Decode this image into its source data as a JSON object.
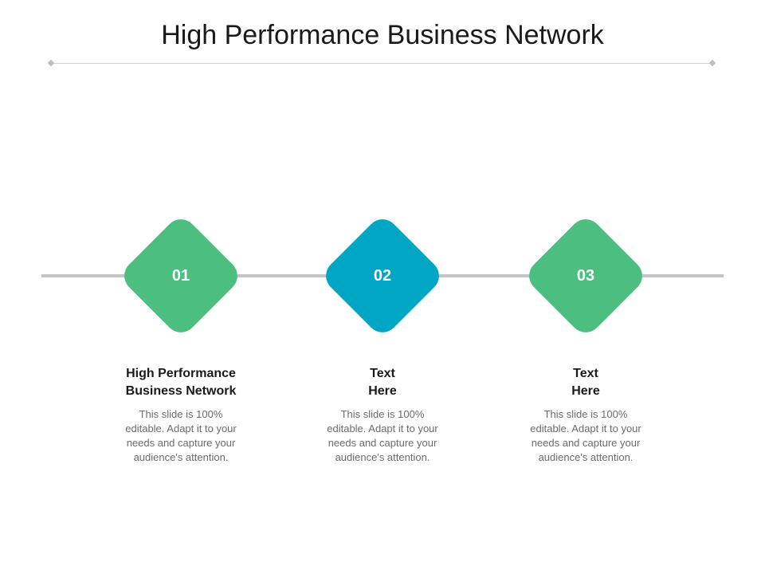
{
  "title": "High Performance Business Network",
  "colors": {
    "green": "#4cbf80",
    "blue": "#00a6c4",
    "line": "#c4c4c4"
  },
  "steps": [
    {
      "number": "01",
      "title_line1": "High Performance",
      "title_line2": "Business Network",
      "desc_line1": "This slide is 100%",
      "desc_line2": "editable. Adapt it to your",
      "desc_line3": "needs and capture your",
      "desc_line4": "audience's attention."
    },
    {
      "number": "02",
      "title_line1": "Text",
      "title_line2": "Here",
      "desc_line1": "This slide is 100%",
      "desc_line2": "editable. Adapt it to your",
      "desc_line3": "needs and capture your",
      "desc_line4": "audience's attention."
    },
    {
      "number": "03",
      "title_line1": "Text",
      "title_line2": "Here",
      "desc_line1": "This slide is 100%",
      "desc_line2": "editable. Adapt it to your",
      "desc_line3": "needs and capture your",
      "desc_line4": "audience's attention."
    }
  ]
}
